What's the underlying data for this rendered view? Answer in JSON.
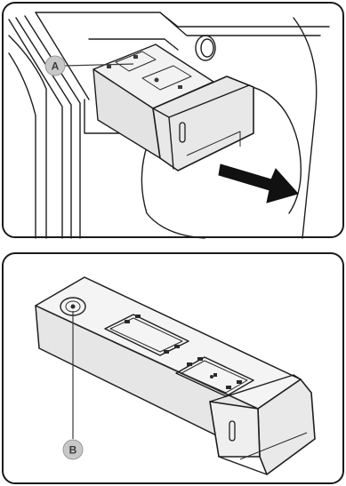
{
  "figure": {
    "panels": [
      {
        "name": "drawer-removal",
        "callout": {
          "label": "A"
        }
      },
      {
        "name": "drawer-underside",
        "callout": {
          "label": "B"
        }
      }
    ],
    "colors": {
      "line": "#1e1e1e",
      "panel_border": "#1a1a1a",
      "drawer_fill": "#e3e3e3",
      "callout_fill": "#c8c8c8",
      "arrow_fill": "#111111"
    }
  }
}
